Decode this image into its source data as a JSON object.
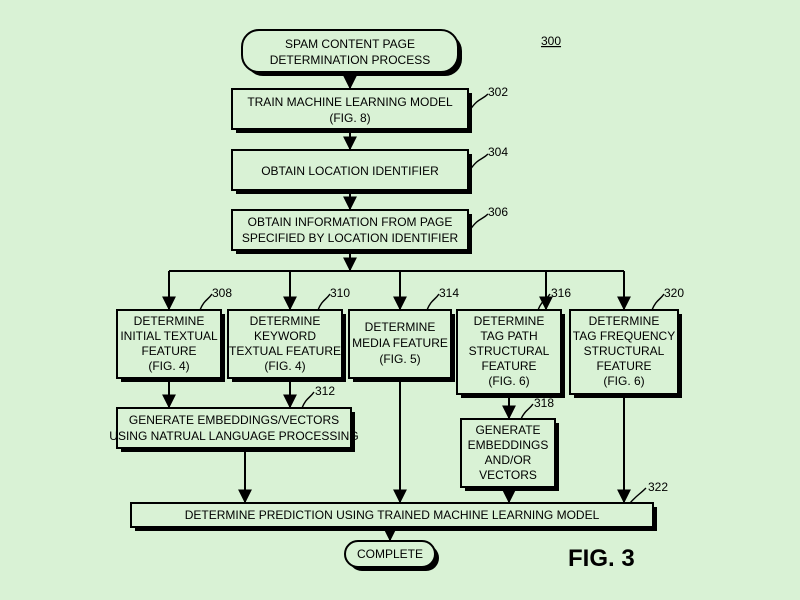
{
  "figure_number": "300",
  "figure_label": "FIG. 3",
  "steps": {
    "start": [
      "SPAM CONTENT PAGE",
      "DETERMINATION PROCESS"
    ],
    "s302": [
      "TRAIN MACHINE LEARNING MODEL",
      "(FIG. 8)"
    ],
    "s304": [
      "OBTAIN LOCATION IDENTIFIER"
    ],
    "s306": [
      "OBTAIN INFORMATION FROM PAGE",
      "SPECIFIED BY LOCATION IDENTIFIER"
    ],
    "s308": [
      "DETERMINE",
      "INITIAL TEXTUAL",
      "FEATURE",
      "(FIG. 4)"
    ],
    "s310": [
      "DETERMINE",
      "KEYWORD",
      "TEXTUAL FEATURE",
      "(FIG. 4)"
    ],
    "s314": [
      "DETERMINE",
      "MEDIA FEATURE",
      "(FIG. 5)"
    ],
    "s316": [
      "DETERMINE",
      "TAG PATH",
      "STRUCTURAL",
      "FEATURE",
      "(FIG. 6)"
    ],
    "s320": [
      "DETERMINE",
      "TAG FREQUENCY",
      "STRUCTURAL",
      "FEATURE",
      "(FIG. 6)"
    ],
    "s312": [
      "GENERATE EMBEDDINGS/VECTORS",
      "USING NATRUAL LANGUAGE PROCESSING"
    ],
    "s318": [
      "GENERATE",
      "EMBEDDINGS",
      "AND/OR",
      "VECTORS"
    ],
    "s322": [
      "DETERMINE PREDICTION USING TRAINED MACHINE LEARNING  MODEL"
    ],
    "end": [
      "COMPLETE"
    ]
  },
  "refs": {
    "r302": "302",
    "r304": "304",
    "r306": "306",
    "r308": "308",
    "r310": "310",
    "r312": "312",
    "r314": "314",
    "r316": "316",
    "r318": "318",
    "r320": "320",
    "r322": "322"
  }
}
